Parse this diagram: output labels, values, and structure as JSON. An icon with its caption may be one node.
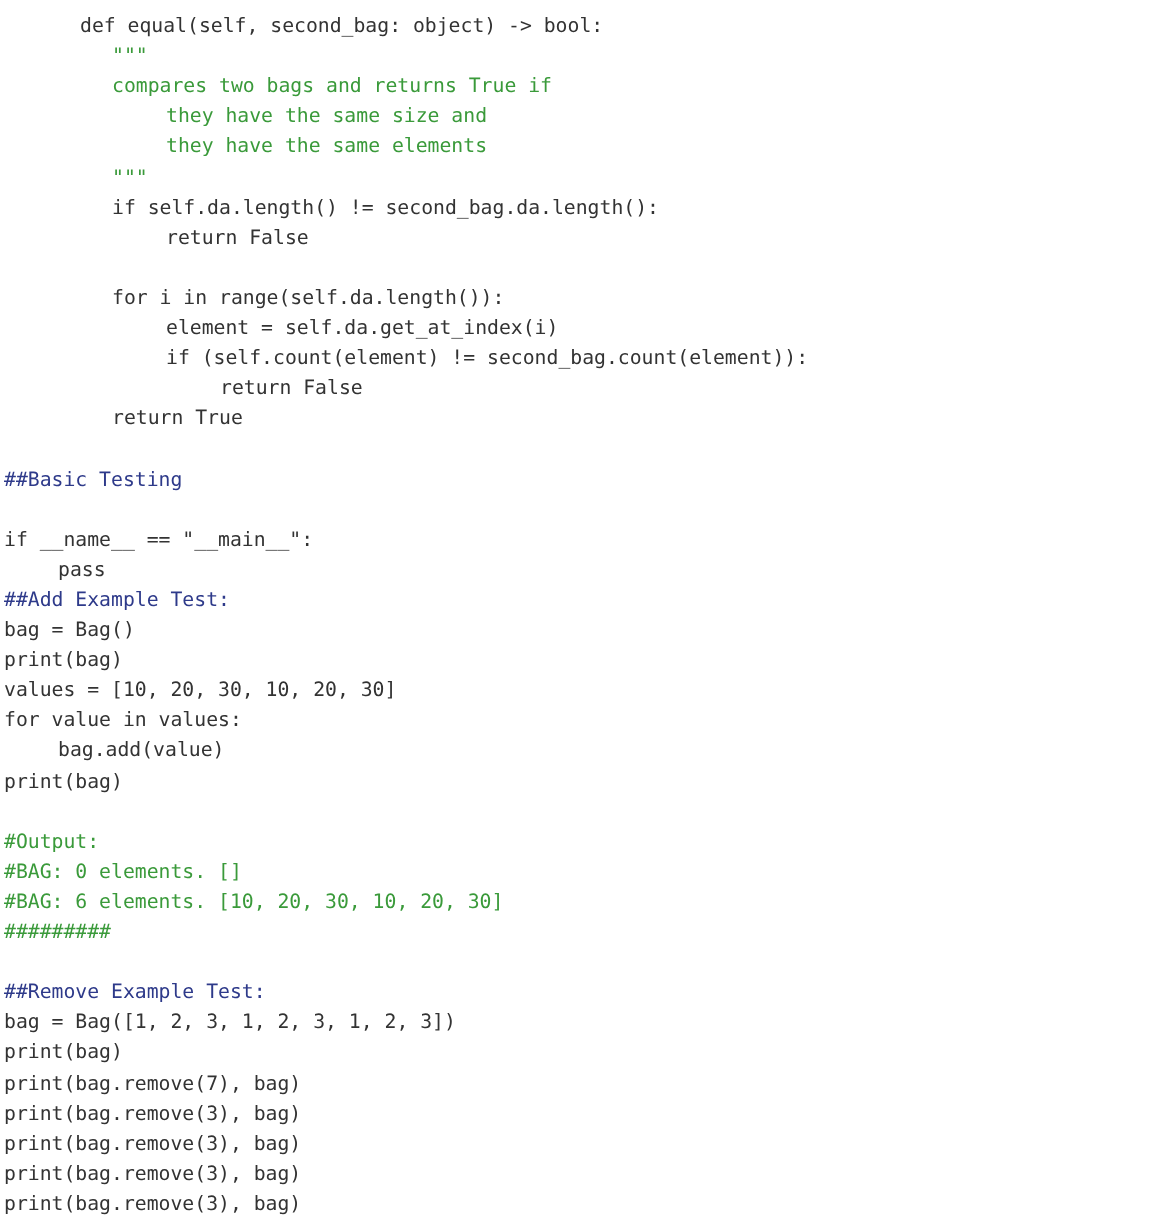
{
  "diagram": {
    "labels": [
      "def equal(self, second_bag: object) -> bool:",
      "\"\"\"",
      "compares two bags and returns True if",
      "they have the same size and",
      "they have the same elements",
      "\"\"\"",
      "if self.da.length() != second_bag.da.length():",
      "return False",
      "for i in range(self.da.length()):",
      "element = self.da.get_at_index(i)",
      "if (self.count(element) != second_bag.count(element)):",
      "return False",
      "return True",
      "##Basic Testing",
      "if __name__ == \"__main__\":",
      "pass",
      "##Add Example Test:",
      "bag = Bag()",
      "print(bag)",
      "values = [10, 20, 30, 10, 20, 30]",
      "for value in values:",
      "bag.add(value)",
      "print(bag)",
      "#Output:",
      "#BAG: 0 elements. []",
      "#BAG: 6 elements. [10, 20, 30, 10, 20, 30]",
      "#########",
      "##Remove Example Test:",
      "bag = Bag([1, 2, 3, 1, 2, 3, 1, 2, 3])",
      "print(bag)",
      "print(bag.remove(7), bag)",
      "print(bag.remove(3), bag)",
      "print(bag.remove(3), bag)",
      "print(bag.remove(3), bag)",
      "print(bag.remove(3), bag)"
    ]
  }
}
